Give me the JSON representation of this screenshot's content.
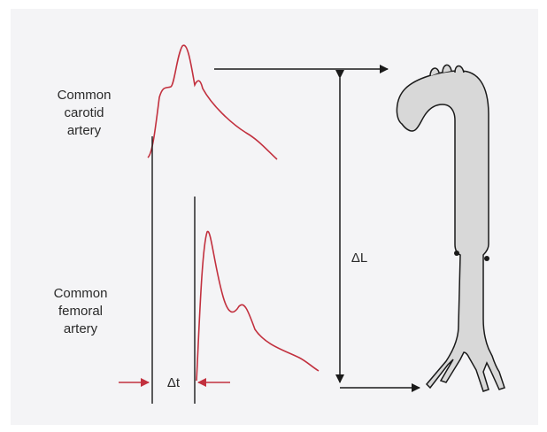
{
  "labels": {
    "carotid": [
      "Common",
      "carotid",
      "artery"
    ],
    "femoral": [
      "Common",
      "femoral",
      "artery"
    ],
    "delta_t": "Δt",
    "delta_l": "ΔL"
  },
  "colors": {
    "waveform": "#c2303e",
    "arrow_red": "#c2303e",
    "line": "#1a1a1a",
    "vessel_fill": "#d8d8d8",
    "background": "#f4f4f6"
  }
}
